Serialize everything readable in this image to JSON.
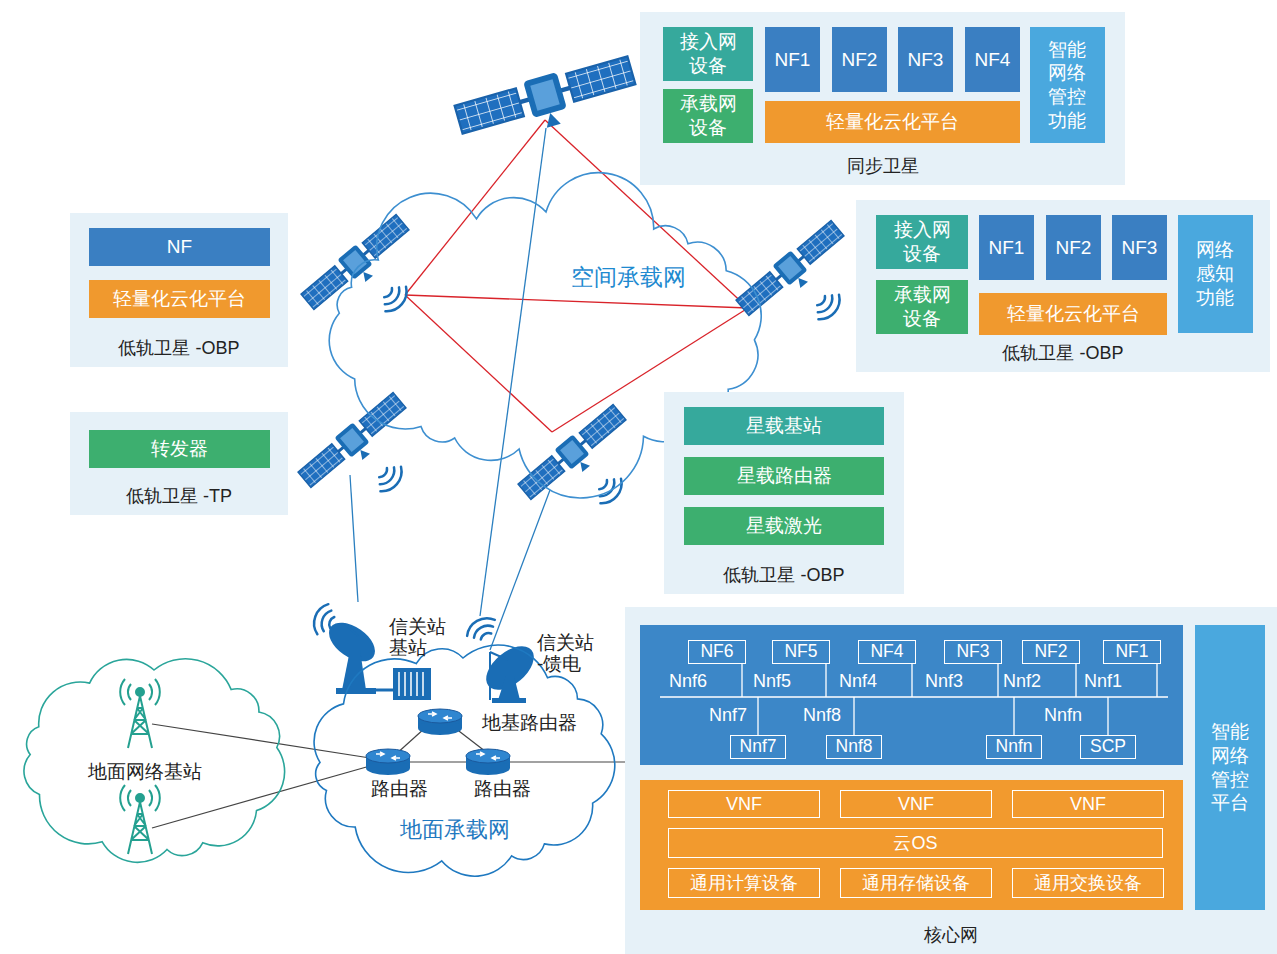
{
  "diagram": {
    "nodes": [
      {
        "text": [
          "同步卫星"
        ]
      },
      {
        "text": [
          "接入网设备"
        ],
        "in": 0
      },
      {
        "text": [
          "承载网设备"
        ],
        "in": 0
      },
      {
        "text": [
          "NF1"
        ],
        "in": 0
      },
      {
        "text": [
          "NF2"
        ],
        "in": 0
      },
      {
        "text": [
          "NF3"
        ],
        "in": 0
      },
      {
        "text": [
          "NF4"
        ],
        "in": 0
      },
      {
        "text": [
          "轻量化云化平台"
        ],
        "in": 0
      },
      {
        "text": [
          "智能网络管控功能"
        ],
        "in": 0
      },
      {
        "text": [
          "低轨卫星 -OBP"
        ]
      },
      {
        "text": [
          "NF"
        ],
        "in": 9
      },
      {
        "text": [
          "轻量化云化平台"
        ],
        "in": 9
      },
      {
        "text": [
          "低轨卫星 -OBP"
        ]
      },
      {
        "text": [
          "接入网设备"
        ],
        "in": 12
      },
      {
        "text": [
          "承载网设备"
        ],
        "in": 12
      },
      {
        "text": [
          "NF1"
        ],
        "in": 12
      },
      {
        "text": [
          "NF2"
        ],
        "in": 12
      },
      {
        "text": [
          "NF3"
        ],
        "in": 12
      },
      {
        "text": [
          "轻量化云化平台"
        ],
        "in": 12
      },
      {
        "text": [
          "网络感知功能"
        ],
        "in": 12
      },
      {
        "text": [
          "低轨卫星 -TP"
        ]
      },
      {
        "text": [
          "转发器"
        ],
        "in": 20
      },
      {
        "text": [
          "空间承载网"
        ]
      },
      {
        "text": [
          "低轨卫星 -OBP"
        ]
      },
      {
        "text": [
          "星载基站"
        ],
        "in": 23
      },
      {
        "text": [
          "星载路由器"
        ],
        "in": 23
      },
      {
        "text": [
          "星载激光"
        ],
        "in": 23
      },
      {
        "text": [
          "地面网络基站"
        ]
      },
      {
        "text": [
          "地面承载网"
        ]
      },
      {
        "text": [
          "核心网"
        ]
      },
      {
        "text": [
          "NF6"
        ],
        "in": 29
      },
      {
        "text": [
          "NF5"
        ],
        "in": 29
      },
      {
        "text": [
          "NF4"
        ],
        "in": 29
      },
      {
        "text": [
          "NF3"
        ],
        "in": 29
      },
      {
        "text": [
          "NF2"
        ],
        "in": 29
      },
      {
        "text": [
          "NF1"
        ],
        "in": 29
      },
      {
        "text": [
          "Nnf7"
        ],
        "in": 29
      },
      {
        "text": [
          "Nnf8"
        ],
        "in": 29
      },
      {
        "text": [
          "Nnfn"
        ],
        "in": 29
      },
      {
        "text": [
          "SCP"
        ],
        "in": 29
      },
      {
        "text": [
          "VNF"
        ],
        "in": 29
      },
      {
        "text": [
          "VNF"
        ],
        "in": 29
      },
      {
        "text": [
          "VNF"
        ],
        "in": 29
      },
      {
        "text": [
          "云OS"
        ],
        "in": 29
      },
      {
        "text": [
          "通用计算设备"
        ],
        "in": 29
      },
      {
        "text": [
          "通用存储设备"
        ],
        "in": 29
      },
      {
        "text": [
          "通用交换设备"
        ],
        "in": 29
      },
      {
        "text": [
          "智能网络管控平台"
        ],
        "in": 29
      }
    ],
    "labels": [
      "信关站 基站",
      "信关站 -馈电",
      "地基路由器",
      "路由器",
      "路由器",
      "Nnf6",
      "Nnf5",
      "Nnf4",
      "Nnf3",
      "Nnf2",
      "Nnf1",
      "Nnf7",
      "Nnf8",
      "Nnfn"
    ]
  }
}
